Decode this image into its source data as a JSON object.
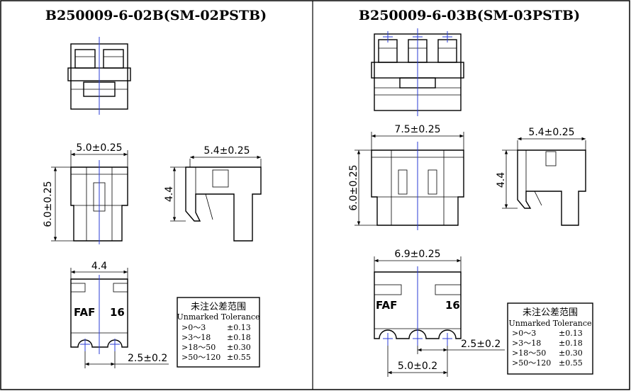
{
  "left": {
    "title": "B250009-6-02B(SM-02PSTB)",
    "dim_top_width": "5.0±0.25",
    "dim_height": "6.0±0.25",
    "dim_side_width": "5.4±0.25",
    "dim_side_height": "4.4",
    "dim_bottom_width": "4.4",
    "dim_pitch": "2.5±0.2",
    "mark_left": "FAF",
    "mark_right": "16"
  },
  "right": {
    "title": "B250009-6-03B(SM-03PSTB)",
    "dim_top_width": "7.5±0.25",
    "dim_height": "6.0±0.25",
    "dim_side_width": "5.4±0.25",
    "dim_side_height": "4.4",
    "dim_bottom_width": "6.9±0.25",
    "dim_pitch": "2.5±0.2",
    "dim_span": "5.0±0.2",
    "mark_left": "FAF",
    "mark_right": "16"
  },
  "tolerance": {
    "title": "未注公差范围",
    "subtitle": "Unmarked Tolerance",
    "rows": [
      {
        "range": ">0～3",
        "value": "±0.13"
      },
      {
        "range": ">3～18",
        "value": "±0.18"
      },
      {
        "range": ">18～50",
        "value": "±0.30"
      },
      {
        "range": ">50～120",
        "value": "±0.55"
      }
    ]
  }
}
